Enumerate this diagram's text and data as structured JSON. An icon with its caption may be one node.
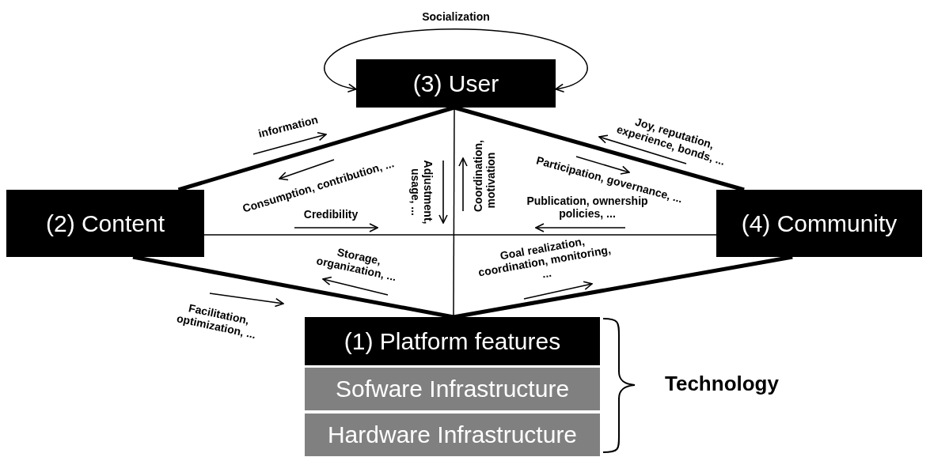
{
  "diagram": {
    "nodes": [
      {
        "text": [
          "(3) User"
        ]
      },
      {
        "text": [
          "(2) Content"
        ]
      },
      {
        "text": [
          "(4) Community"
        ]
      },
      {
        "text": [
          "(1) Platform features"
        ]
      },
      {
        "text": [
          "Sofware Infrastructure"
        ]
      },
      {
        "text": [
          "Hardware Infrastructure"
        ]
      }
    ],
    "edges": [
      {
        "from": 0,
        "to": 0,
        "arrow": "both",
        "label": "Socialization"
      },
      {
        "from": 0,
        "to": 1,
        "arrow": "none"
      },
      {
        "from": 0,
        "to": 2,
        "arrow": "none"
      },
      {
        "from": 0,
        "to": 3,
        "arrow": "none"
      },
      {
        "from": 1,
        "to": 2,
        "arrow": "none"
      },
      {
        "from": 1,
        "to": 3,
        "arrow": "none"
      },
      {
        "from": 2,
        "to": 3,
        "arrow": "none"
      }
    ],
    "labels": [
      "information",
      "Joy, reputation, experience, bonds, ...",
      "Consumption, contribution, ...",
      "Adjustment, usage, ...",
      "Coordination, motivation",
      "Participation, governance, ...",
      "Credibility",
      "Publication, ownership policies, ...",
      "Storage, organization, ...",
      "Goal realization, coordination, monitoring, ...",
      "Facilitation, optimization, ...",
      "Technology"
    ]
  }
}
